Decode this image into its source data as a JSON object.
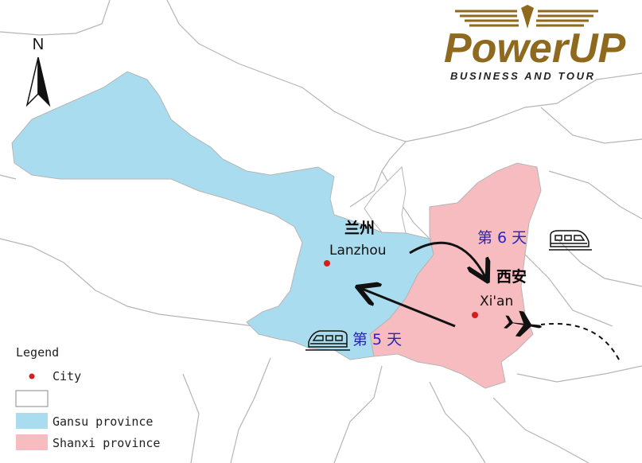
{
  "colors": {
    "gansu": "#a9dcee",
    "shanxi": "#f6bcc0",
    "border": "#b5b5b5",
    "city_dot": "#d61e1e",
    "day_text": "#2b22c0",
    "logo_gold": "#8f6a1e"
  },
  "compass": {
    "label": "N",
    "icon": "north-arrow-icon"
  },
  "logo": {
    "brand_prefix": "Power",
    "brand_suffix": "UP",
    "tagline": "BUSINESS AND TOUR"
  },
  "cities": {
    "lanzhou": {
      "name_cn": "兰州",
      "name_en": "Lanzhou"
    },
    "xian": {
      "name_cn": "西安",
      "name_en": "Xi'an"
    }
  },
  "routes": {
    "day5": {
      "label": "第 5 天",
      "icon": "train-icon"
    },
    "day6": {
      "label": "第 6 天",
      "icon": "train-icon"
    },
    "arrival": {
      "icon": "airplane-icon"
    }
  },
  "legend": {
    "title": "Legend",
    "items": [
      {
        "label": "City",
        "swatch": "dot"
      },
      {
        "label": "",
        "swatch": "#ffffff"
      },
      {
        "label": "Gansu province",
        "swatch": "#a9dcee"
      },
      {
        "label": "Shanxi province",
        "swatch": "#f6bcc0"
      }
    ]
  }
}
